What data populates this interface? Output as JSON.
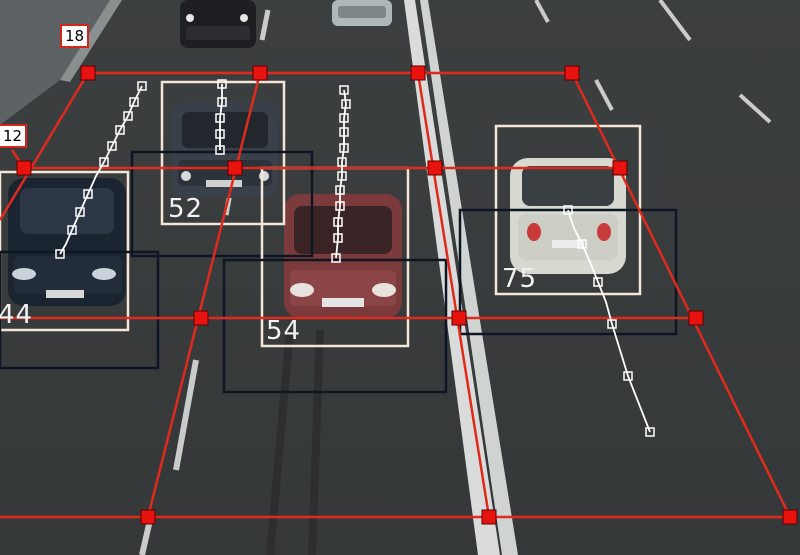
{
  "lane_tags": [
    "18",
    "12"
  ],
  "track_labels": [
    "52",
    "44",
    "54",
    "75"
  ],
  "colors": {
    "grid_line": "#e02a1c",
    "grid_node": "#e8130e",
    "track_box_light": "#f3e6d6",
    "track_box_dark": "#0e1624",
    "trajectory": "#ffffff"
  }
}
